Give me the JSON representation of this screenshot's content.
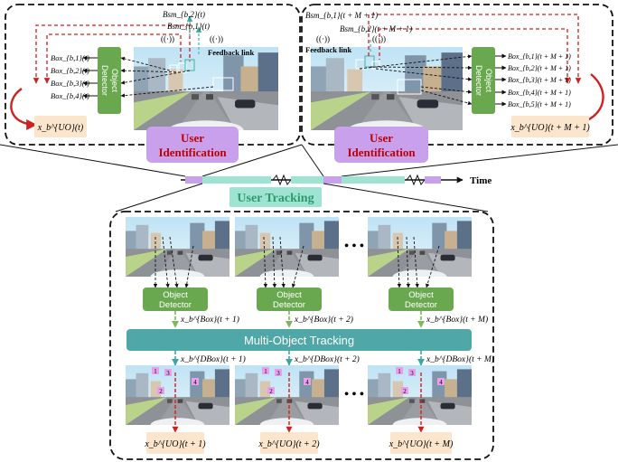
{
  "time_label": "Time",
  "user_tracking_label": "User Tracking",
  "ellipsis": "• • •",
  "left_panel": {
    "identification_line1": "User",
    "identification_line2": "Identification",
    "detector_line1": "Object",
    "detector_line2": "Detector",
    "feedback_label": "Feedback link",
    "beams": [
      "Bsm_{b,1}(t)",
      "Bsm_{b,2}(t)"
    ],
    "boxes": [
      "Box_{b,1}(t)",
      "Box_{b,2}(t)",
      "Box_{b,3}(t)",
      "Box_{b,4}(t)"
    ],
    "output": "x_b^{UO}(t)"
  },
  "right_panel": {
    "identification_line1": "User",
    "identification_line2": "Identification",
    "detector_line1": "Object",
    "detector_line2": "Detector",
    "feedback_label": "Feedback link",
    "beams": [
      "Bsm_{b,1}(t + M + 1)",
      "Bsm_{b,2}(t + M + 1)"
    ],
    "boxes": [
      "Box_{b,1}(t + M + 1)",
      "Box_{b,2}(t + M + 1)",
      "Box_{b,3}(t + M + 1)",
      "Box_{b,4}(t + M + 1)",
      "Box_{b,5}(t + M + 1)"
    ],
    "output": "x_b^{UO}(t + M + 1)"
  },
  "tracking": {
    "detector_line1": "Object",
    "detector_line2": "Detector",
    "mot_label": "Multi-Object Tracking",
    "box_inputs": [
      "x_b^{Box}(t + 1)",
      "x_b^{Box}(t + 2)",
      "x_b^{Box}(t + M)"
    ],
    "dbox_inputs": [
      "x_b^{DBox}(t + 1)",
      "x_b^{DBox}(t + 2)",
      "x_b^{DBox}(t + M)"
    ],
    "outputs": [
      "x_b^{UO}(t + 1)",
      "x_b^{UO}(t + 2)",
      "x_b^{UO}(t + M)"
    ],
    "track_ids": [
      "1",
      "2",
      "3",
      "4"
    ]
  },
  "colors": {
    "identification_fill": "#c9a0ec",
    "identification_text": "#c00000",
    "detector_fill": "#6aa84f",
    "tracking_label_fill": "#9fe3d3",
    "tracking_label_text": "#2e9a6a",
    "mot_fill": "#4fa7a7",
    "output_fill": "#fbe5cc",
    "beam_red": "#d02020",
    "beam_teal": "#4cc0b0",
    "timeline_teal": "#9fe3d3",
    "timeline_purple": "#c9a0ec",
    "track_id_fill": "#e8a0ec"
  }
}
